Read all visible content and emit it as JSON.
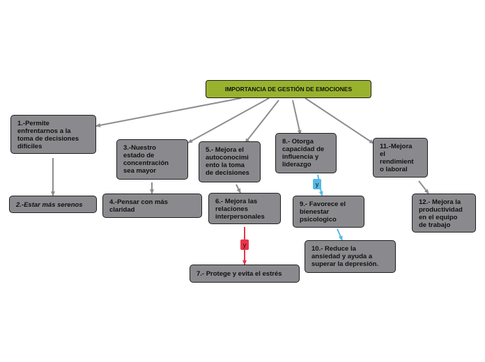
{
  "title": "IMPORTANCIA DE GESTIÓN DE EMOCIONES",
  "nodes": {
    "n1": "1.-Permite\nenfrentarnos a la\ntoma de decisiones\ndifíciles",
    "n2": "2.-Estar más serenos",
    "n3": "3.-Nuestro\nestado de\nconcentración\nsea mayor",
    "n4": "4.-Pensar con más\nclaridad",
    "n5": "5.- Mejora el\nautoconocimi\nento la toma\nde decisiones",
    "n6": "6.- Mejora las\nrelaciones\ninterpersonales",
    "n7": "7.- Protege y evita el estrés",
    "n8": "8.- Otorga\ncapacidad de\ninfluencia y\nliderazgo",
    "n9": "9.- Favorece el\nbienestar\npsicologico",
    "n10": "10.- Reduce la\nansiedad y ayuda a\nsuperar la depresión.",
    "n11": "11.-Mejora\nel\nrendimient\no laboral",
    "n12": "12.- Mejora la\nproductividad\nen el equipo\nde trabajo"
  },
  "connectors": {
    "y_red": "y",
    "y_blue": "y"
  },
  "colors": {
    "root": "#99b22e",
    "node": "#8a8a8e",
    "link_gray": "#8d8d8d",
    "link_red": "#e8344a",
    "link_blue": "#56b9e4"
  }
}
